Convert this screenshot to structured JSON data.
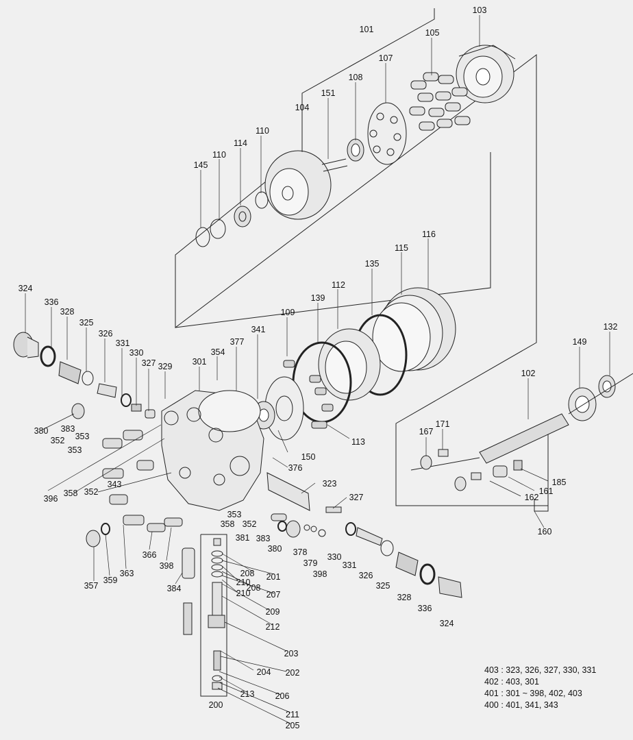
{
  "diagram": {
    "labels": [
      "103",
      "101",
      "105",
      "107",
      "108",
      "151",
      "104",
      "110",
      "114",
      "110",
      "145",
      "116",
      "115",
      "135",
      "112",
      "139",
      "109",
      "341",
      "377",
      "354",
      "301",
      "324",
      "336",
      "328",
      "325",
      "326",
      "331",
      "330",
      "327",
      "329",
      "132",
      "149",
      "102",
      "167",
      "171",
      "185",
      "161",
      "162",
      "160",
      "380",
      "383",
      "352",
      "353",
      "353",
      "396",
      "358",
      "352",
      "343",
      "150",
      "113",
      "376",
      "323",
      "327",
      "353",
      "358",
      "352",
      "381",
      "383",
      "380",
      "378",
      "379",
      "330",
      "331",
      "326",
      "325",
      "328",
      "336",
      "324",
      "398",
      "357",
      "359",
      "363",
      "366",
      "398",
      "384",
      "208",
      "201",
      "210",
      "208",
      "207",
      "210",
      "209",
      "212",
      "203",
      "204",
      "202",
      "213",
      "206",
      "200",
      "211",
      "205"
    ],
    "legend": [
      "403 : 323, 326, 327, 330, 331",
      "402 : 403, 301",
      "401 : 301 ~ 398, 402, 403",
      "400 : 401, 341, 343"
    ]
  }
}
